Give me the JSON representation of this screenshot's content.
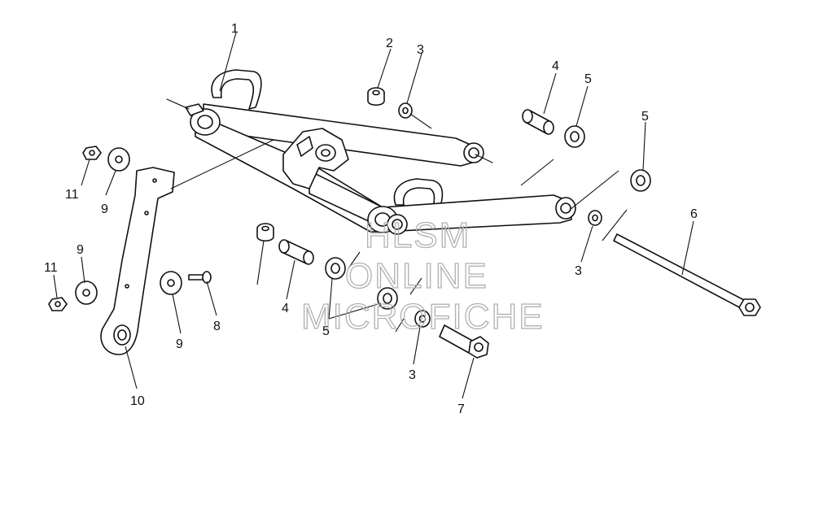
{
  "diagram": {
    "callouts": [
      "1",
      "2",
      "3",
      "3",
      "3",
      "4",
      "4",
      "5",
      "5",
      "5",
      "6",
      "7",
      "8",
      "9",
      "9",
      "9",
      "10",
      "11",
      "11"
    ]
  },
  "watermark": {
    "line1": "HLSM",
    "line2": "ONLINE",
    "line3": "MICROFICHE"
  }
}
